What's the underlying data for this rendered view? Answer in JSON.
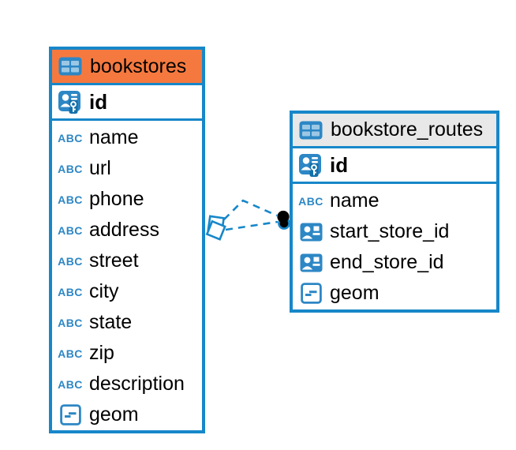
{
  "colors": {
    "accent_blue": "#1787c9",
    "icon_blue": "#2d87c5",
    "icon_blue_light": "#9cc7e4",
    "bookstores_header": "#f5793f",
    "routes_header": "#e8e8e8",
    "text": "#000000",
    "relationship_endpoint": "#000000"
  },
  "tables": [
    {
      "name": "bookstores",
      "header_style": "orange",
      "header_icon": "table-icon",
      "primary_key": {
        "name": "id",
        "icon": "primary-key-icon"
      },
      "columns": [
        {
          "name": "name",
          "icon": "text-type-icon"
        },
        {
          "name": "url",
          "icon": "text-type-icon"
        },
        {
          "name": "phone",
          "icon": "text-type-icon"
        },
        {
          "name": "address",
          "icon": "text-type-icon"
        },
        {
          "name": "street",
          "icon": "text-type-icon"
        },
        {
          "name": "city",
          "icon": "text-type-icon"
        },
        {
          "name": "state",
          "icon": "text-type-icon"
        },
        {
          "name": "zip",
          "icon": "text-type-icon"
        },
        {
          "name": "description",
          "icon": "text-type-icon"
        },
        {
          "name": "geom",
          "icon": "geometry-type-icon"
        }
      ]
    },
    {
      "name": "bookstore_routes",
      "header_style": "gray",
      "header_icon": "table-icon",
      "primary_key": {
        "name": "id",
        "icon": "primary-key-icon"
      },
      "columns": [
        {
          "name": "name",
          "icon": "text-type-icon"
        },
        {
          "name": "start_store_id",
          "icon": "foreign-key-icon"
        },
        {
          "name": "end_store_id",
          "icon": "foreign-key-icon"
        },
        {
          "name": "geom",
          "icon": "geometry-type-icon"
        }
      ]
    }
  ],
  "relationships": [
    {
      "from_table": "bookstore_routes",
      "from_column": "start_store_id",
      "to_table": "bookstores",
      "to_column": "id",
      "line_style": "dashed"
    },
    {
      "from_table": "bookstore_routes",
      "from_column": "end_store_id",
      "to_table": "bookstores",
      "to_column": "id",
      "line_style": "dashed"
    }
  ]
}
